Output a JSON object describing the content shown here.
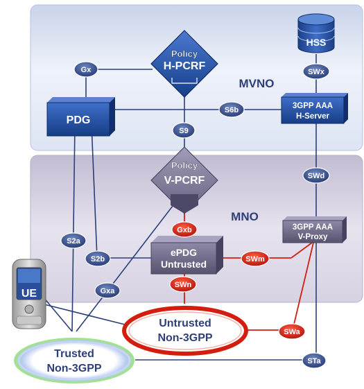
{
  "regions": {
    "mvno": "MVNO",
    "mno": "MNO"
  },
  "nodes": {
    "hss": "HSS",
    "policy_top": "Policy",
    "hpcrf": "H-PCRF",
    "pdg": "PDG",
    "aaa_h_line1": "3GPP AAA",
    "aaa_h_line2": "H-Server",
    "policy_bottom": "Policy",
    "vpcrf": "V-PCRF",
    "epdg_line1": "ePDG",
    "epdg_line2": "Untrusted",
    "aaa_v_line1": "3GPP AAA",
    "aaa_v_line2": "V-Proxy",
    "ue": "UE",
    "untrusted_line1": "Untrusted",
    "untrusted_line2": "Non-3GPP",
    "trusted_line1": "Trusted",
    "trusted_line2": "Non-3GPP"
  },
  "interfaces": {
    "gx": "Gx",
    "swx": "SWx",
    "s6b": "S6b",
    "s9": "S9",
    "swd": "SWd",
    "gxb": "Gxb",
    "s2a": "S2a",
    "s2b": "S2b",
    "swm": "SWm",
    "gxa": "Gxa",
    "swn": "SWn",
    "swa": "SWa",
    "sta": "STa"
  },
  "colors": {
    "interface_blue": "#2a3f7a",
    "interface_red": "#d21d0f",
    "node_blue": "#1f4fa3",
    "node_gray": "#6b6787",
    "mvno_region": "#dfe6f4",
    "mno_region": "#d5d0e0"
  }
}
